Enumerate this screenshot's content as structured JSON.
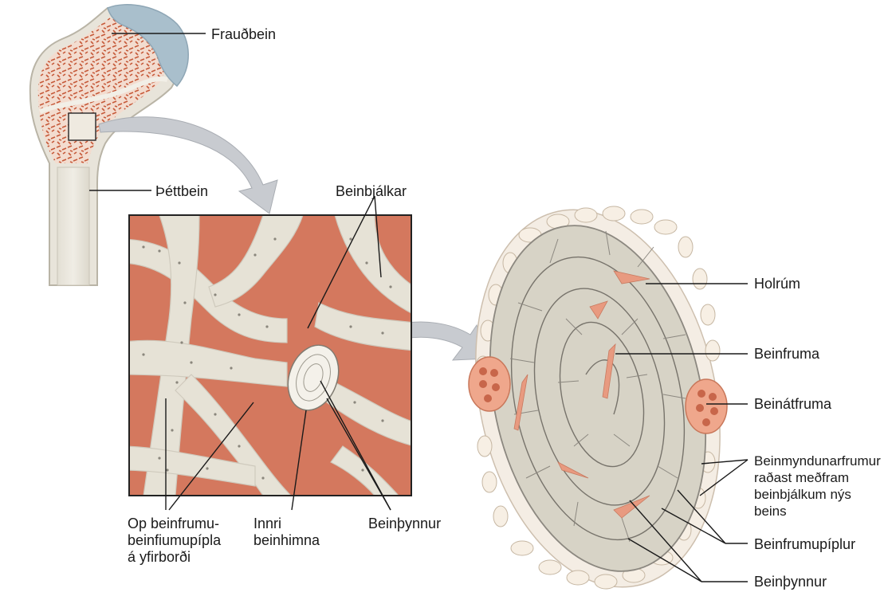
{
  "labels": {
    "spongy_bone": "Frauðbein",
    "compact_bone": "Þéttbein",
    "trabeculae": "Beinbjálkar",
    "canaliculi_openings": "Op beinfrumu-\nbeinfiumupípla\ná yfirborði",
    "endosteum": "Innri\nbeinhimna",
    "lamellae_mid": "Beinþynnur",
    "space": "Holrúm",
    "osteocyte": "Beinfruma",
    "osteoclast": "Beinátfruma",
    "osteoblasts": "Beinmyndunarfrumur\nraðast meðfram\nbeinbjálkum nýs\nbeins",
    "canaliculi": "Beinfrumupíplur",
    "lamellae_right": "Beinþynnur"
  },
  "colors": {
    "marrow": "#d4785e",
    "bone": "#e6e2d6",
    "bone_shade": "#d3cfc2",
    "cartilage": "#a9bfcc",
    "arrow": "#c8cbd0"
  }
}
